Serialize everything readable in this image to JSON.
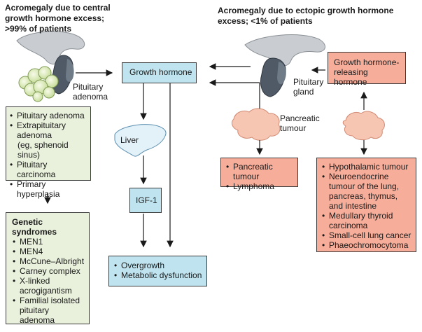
{
  "left_title": "Acromegaly due to central growth hormone excess; >99% of patients",
  "right_title": "Acromegaly due to ectopic growth hormone excess; <1% of patients",
  "labels": {
    "pituitary_adenoma": "Pituitary adenoma",
    "pituitary_gland": "Pituitary gland",
    "pancreatic_tumour": "Pancreatic tumour",
    "liver": "Liver"
  },
  "boxes": {
    "growth_hormone": "Growth hormone",
    "ghrh": "Growth hormone-releasing hormone",
    "igf1": "IGF-1",
    "central_causes": [
      "Pituitary adenoma",
      "Extrapituitary adenoma",
      "(eg, sphenoid sinus)",
      "Pituitary carcinoma",
      "Primary hyperplasia"
    ],
    "genetic_title": "Genetic syndromes",
    "genetic_items": [
      "MEN1",
      "MEN4",
      "McCune–Albright",
      "Carney complex",
      "X-linked acrogigantism",
      "Familial isolated pituitary adenoma"
    ],
    "pancreatic_items": [
      "Pancreatic tumour",
      "Lymphoma"
    ],
    "ghrh_sources": [
      "Hypothalamic tumour",
      "Neuroendocrine tumour of the lung, pancreas, thymus, and intestine",
      "Medullary thyroid carcinoma",
      "Small-cell lung cancer",
      "Phaeochromocytoma"
    ],
    "outcomes": [
      "Overgrowth",
      "Metabolic dysfunction"
    ]
  }
}
